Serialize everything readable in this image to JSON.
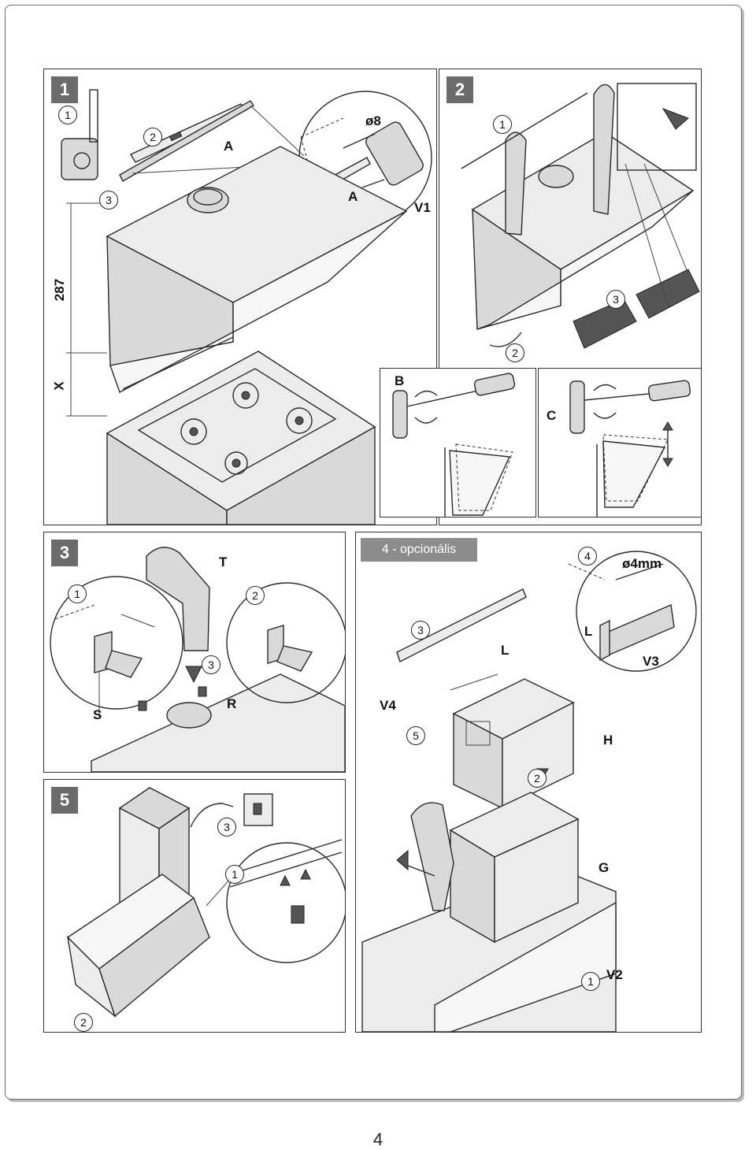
{
  "page_number": "4",
  "panels": {
    "p1": {
      "badge": "1",
      "steps": [
        "1",
        "2",
        "3"
      ],
      "labels": {
        "a1": "A",
        "a2": "A",
        "v1": "V1",
        "drill": "ø8",
        "dim_287": "287",
        "dim_x": "X"
      }
    },
    "p2": {
      "badge": "2",
      "steps": [
        "1",
        "2",
        "3"
      ],
      "sub_b": "B",
      "sub_c": "C"
    },
    "p3": {
      "badge": "3",
      "steps": [
        "1",
        "2",
        "3"
      ],
      "labels": {
        "t": "T",
        "s": "S",
        "r": "R"
      }
    },
    "p4": {
      "title": "4 - opcionális",
      "steps": [
        "4",
        "3",
        "5",
        "2",
        "1"
      ],
      "labels": {
        "drill": "ø4mm",
        "l1": "L",
        "l2": "L",
        "v3": "V3",
        "v4": "V4",
        "h": "H",
        "g": "G",
        "v2": "V2"
      }
    },
    "p5": {
      "badge": "5",
      "steps": [
        "3",
        "1",
        "2"
      ]
    }
  }
}
